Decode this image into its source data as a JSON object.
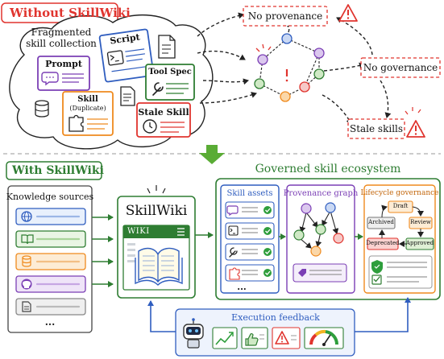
{
  "top": {
    "badge": "Without SkillWiki",
    "cloud_title_line1": "Fragmented",
    "cloud_title_line2": "skill collection",
    "cards": {
      "prompt": "Prompt",
      "script": "Script",
      "tool_spec": "Tool Spec",
      "skill": "Skill",
      "skill_sub": "(Duplicate)",
      "stale_skill": "Stale Skill"
    },
    "problems": {
      "no_provenance": "No provenance",
      "no_governance": "No governance",
      "stale_skills": "Stale skills"
    }
  },
  "bottom": {
    "badge": "With SkillWiki",
    "ecosystem_title": "Governed skill ecosystem",
    "knowledge": {
      "title": "Knowledge sources",
      "more": "..."
    },
    "skillwiki": {
      "title": "SkillWiki",
      "bar_label": "WIKI"
    },
    "skill_assets": {
      "title": "Skill assets",
      "more": "..."
    },
    "provenance": {
      "title": "Provenance graph"
    },
    "lifecycle": {
      "title": "Lifecycle governance",
      "states": {
        "draft": "Draft",
        "review": "Review",
        "approved": "Approved",
        "deprecated": "Deprecated",
        "archived": "Archived"
      }
    },
    "feedback": {
      "title": "Execution feedback"
    }
  },
  "colors": {
    "red": "#e0342e",
    "green": "#2e7d32",
    "blue": "#2f5dbf",
    "purple": "#7b3fb5",
    "orange": "#ef8a1e",
    "arrow_green": "#5aac35"
  }
}
